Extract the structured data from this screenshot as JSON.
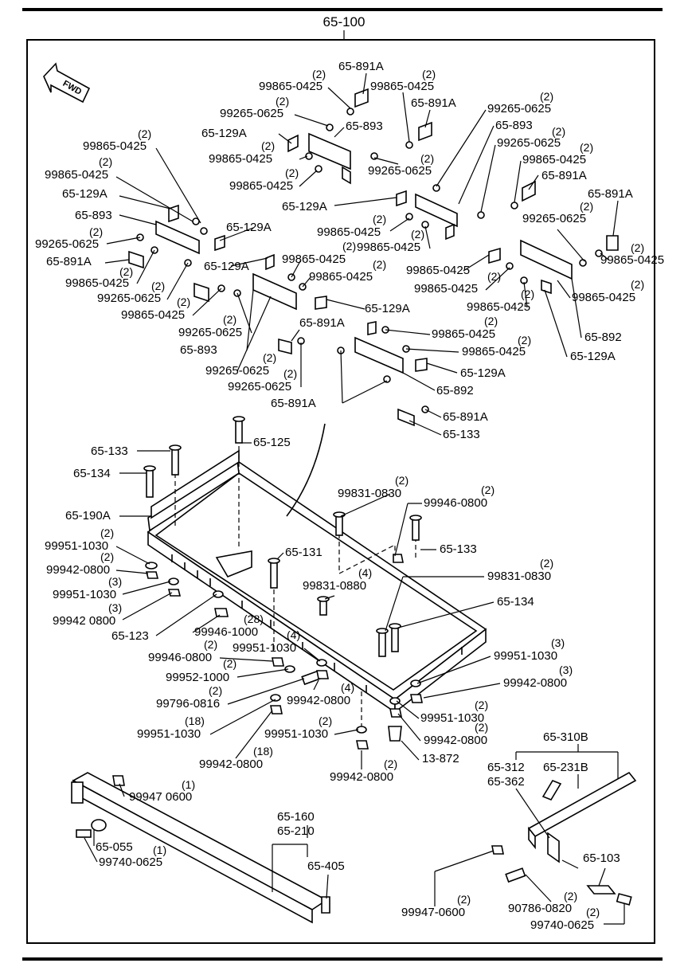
{
  "diagram": {
    "title": "65-100",
    "fwd_label": "FWD",
    "labels": [
      {
        "id": "l1",
        "text": "65-891A"
      },
      {
        "id": "l2",
        "text": "99865-0425",
        "qty": "(2)"
      },
      {
        "id": "l3",
        "text": "99865-0425",
        "qty": "(2)"
      },
      {
        "id": "l4",
        "text": "65-891A"
      },
      {
        "id": "l5",
        "text": "99265-0625",
        "qty": "(2)"
      },
      {
        "id": "l6",
        "text": "65-893"
      },
      {
        "id": "l7",
        "text": "99265-0625",
        "qty": "(2)"
      },
      {
        "id": "l8",
        "text": "65-129A"
      },
      {
        "id": "l9",
        "text": "65-893"
      },
      {
        "id": "l10",
        "text": "99265-0625",
        "qty": "(2)"
      },
      {
        "id": "l11",
        "text": "99865-0425",
        "qty": "(2)"
      },
      {
        "id": "l12",
        "text": "99865-0425",
        "qty": "(2)"
      },
      {
        "id": "l13",
        "text": "99265-0625",
        "qty": "(2)"
      },
      {
        "id": "l14",
        "text": "99865-0425",
        "qty": "(2)"
      },
      {
        "id": "l15",
        "text": "65-891A"
      },
      {
        "id": "l16",
        "text": "99865-0425",
        "qty": "(2)"
      },
      {
        "id": "l17",
        "text": "65-891A"
      },
      {
        "id": "l18",
        "text": "65-129A"
      },
      {
        "id": "l19",
        "text": "99865-0425",
        "qty": "(2)"
      },
      {
        "id": "l20",
        "text": "99265-0625",
        "qty": "(2)"
      },
      {
        "id": "l21",
        "text": "65-129A"
      },
      {
        "id": "l22",
        "text": "65-893"
      },
      {
        "id": "l23",
        "text": "99865-0425",
        "qty": "(2)"
      },
      {
        "id": "l24",
        "text": "65-129A"
      },
      {
        "id": "l25",
        "text": "99265-0625",
        "qty": "(2)"
      },
      {
        "id": "l26",
        "text": "99865-0425",
        "qty": "(2)"
      },
      {
        "id": "l27",
        "text": "65-891A"
      },
      {
        "id": "l28",
        "text": "99865-0425",
        "qty": "(2)"
      },
      {
        "id": "l29",
        "text": "99865-0425",
        "qty": "(2)"
      },
      {
        "id": "l30",
        "text": "65-129A"
      },
      {
        "id": "l31",
        "text": "99865-0425",
        "qty": "(2)"
      },
      {
        "id": "l32",
        "text": "99865-0425",
        "qty": "(2)"
      },
      {
        "id": "l33",
        "text": "65-892"
      },
      {
        "id": "l34",
        "text": "99865-0425",
        "qty": "(2)"
      },
      {
        "id": "l35",
        "text": "99265-0625",
        "qty": "(2)"
      },
      {
        "id": "l36",
        "text": "99865-0425",
        "qty": "(2)"
      },
      {
        "id": "l37",
        "text": "65-891A"
      },
      {
        "id": "l38",
        "text": "99265-0625",
        "qty": "(2)"
      },
      {
        "id": "l39",
        "text": "65-129A"
      },
      {
        "id": "l40",
        "text": "65-129A"
      },
      {
        "id": "l41",
        "text": "99865-0425",
        "qty": "(2)"
      },
      {
        "id": "l42",
        "text": "99865-0425",
        "qty": "(2)"
      },
      {
        "id": "l43",
        "text": "65-129A"
      },
      {
        "id": "l44",
        "text": "65-893"
      },
      {
        "id": "l45",
        "text": "65-891A"
      },
      {
        "id": "l46",
        "text": "99265-0625",
        "qty": "(2)"
      },
      {
        "id": "l47",
        "text": "65-892"
      },
      {
        "id": "l48",
        "text": "99865-0425",
        "qty": "(2)"
      },
      {
        "id": "l49",
        "text": "99265-0625",
        "qty": "(2)"
      },
      {
        "id": "l50",
        "text": "99865-0425",
        "qty": "(2)"
      },
      {
        "id": "l51",
        "text": "65-891A"
      },
      {
        "id": "l52",
        "text": "65-133"
      },
      {
        "id": "l53",
        "text": "65-125"
      },
      {
        "id": "l54",
        "text": "65-134"
      },
      {
        "id": "l55",
        "text": "65-190A"
      },
      {
        "id": "l56",
        "text": "99831-0830",
        "qty": "(2)"
      },
      {
        "id": "l57",
        "text": "99946-0800",
        "qty": "(2)"
      },
      {
        "id": "l58",
        "text": "99951-1030",
        "qty": "(2)"
      },
      {
        "id": "l59",
        "text": "65-133"
      },
      {
        "id": "l60",
        "text": "99942-0800",
        "qty": "(2)"
      },
      {
        "id": "l61",
        "text": "65-131"
      },
      {
        "id": "l62",
        "text": "99831-0830",
        "qty": "(2)"
      },
      {
        "id": "l63",
        "text": "99951-1030",
        "qty": "(3)"
      },
      {
        "id": "l64",
        "text": "99831-0880",
        "qty": "(4)"
      },
      {
        "id": "l65",
        "text": "99942 0800",
        "qty": "(3)"
      },
      {
        "id": "l66",
        "text": "65-134"
      },
      {
        "id": "l67",
        "text": "65-123"
      },
      {
        "id": "l68",
        "text": "99946-1000",
        "qty": "(28)"
      },
      {
        "id": "l69",
        "text": "99946-0800",
        "qty": "(2)"
      },
      {
        "id": "l70",
        "text": "99951-1030",
        "qty": "(4)"
      },
      {
        "id": "l71",
        "text": "99951-1030",
        "qty": "(3)"
      },
      {
        "id": "l72",
        "text": "99952-1000",
        "qty": "(2)"
      },
      {
        "id": "l73",
        "text": "99942-0800",
        "qty": "(3)"
      },
      {
        "id": "l74",
        "text": "99796-0816",
        "qty": "(2)"
      },
      {
        "id": "l75",
        "text": "99942-0800",
        "qty": "(4)"
      },
      {
        "id": "l76",
        "text": "99951-1030",
        "qty": "(2)"
      },
      {
        "id": "l77",
        "text": "99951-1030",
        "qty": "(18)"
      },
      {
        "id": "l78",
        "text": "99951-1030",
        "qty": "(2)"
      },
      {
        "id": "l79",
        "text": "99942-0800",
        "qty": "(2)"
      },
      {
        "id": "l80",
        "text": "99942-0800",
        "qty": "(18)"
      },
      {
        "id": "l81",
        "text": "99942-0800",
        "qty": "(2)"
      },
      {
        "id": "l82",
        "text": "13-872"
      },
      {
        "id": "l83",
        "text": "65-310B"
      },
      {
        "id": "l84",
        "text": "65-312"
      },
      {
        "id": "l85",
        "text": "65-231B"
      },
      {
        "id": "l86",
        "text": "65-362"
      },
      {
        "id": "l87",
        "text": "99947 0600",
        "qty": "(1)"
      },
      {
        "id": "l88",
        "text": "65-160"
      },
      {
        "id": "l89",
        "text": "65-210"
      },
      {
        "id": "l90",
        "text": "65-055"
      },
      {
        "id": "l91",
        "text": "99740-0625",
        "qty": "(1)"
      },
      {
        "id": "l92",
        "text": "65-405"
      },
      {
        "id": "l93",
        "text": "65-103"
      },
      {
        "id": "l94",
        "text": "99947-0600",
        "qty": "(2)"
      },
      {
        "id": "l95",
        "text": "90786-0820",
        "qty": "(2)"
      },
      {
        "id": "l96",
        "text": "99740-0625",
        "qty": "(2)"
      }
    ]
  }
}
